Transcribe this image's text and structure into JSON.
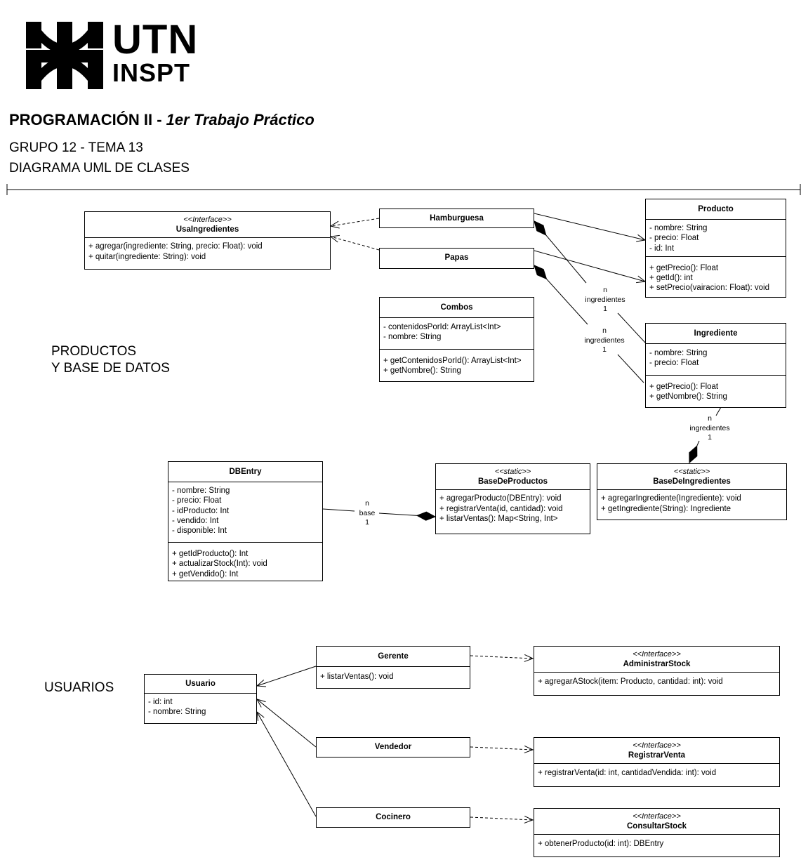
{
  "logo": {
    "icon": "utn-logo-icon",
    "line1": "UTN",
    "line2": "INSPT"
  },
  "header": {
    "course": "PROGRAMACIÓN II - ",
    "assignment": "1er Trabajo Práctico",
    "group": "GRUPO 12 - TEMA 13",
    "diagram": "DIAGRAMA UML DE CLASES"
  },
  "sections": {
    "productos_line1": "PRODUCTOS",
    "productos_line2": "Y BASE DE DATOS",
    "usuarios": "USUARIOS"
  },
  "classes": {
    "usaingredientes": {
      "stereotype": "<<Interface>>",
      "name": "UsaIngredientes",
      "methods": [
        "+ agregar(ingrediente: String, precio: Float): void",
        "+ quitar(ingrediente: String): void"
      ]
    },
    "hamburguesa": {
      "name": "Hamburguesa"
    },
    "papas": {
      "name": "Papas"
    },
    "producto": {
      "name": "Producto",
      "attributes": [
        "- nombre: String",
        "- precio: Float",
        "- id: Int"
      ],
      "methods": [
        "+ getPrecio(): Float",
        "+ getId(): int",
        "+ setPrecio(vairacion: Float): void"
      ]
    },
    "combos": {
      "name": "Combos",
      "attributes": [
        "- contenidosPorId: ArrayList<Int>",
        "- nombre: String"
      ],
      "methods": [
        "+ getContenidosPorId(): ArrayList<Int>",
        "+ getNombre(): String"
      ]
    },
    "ingrediente": {
      "name": "Ingrediente",
      "attributes": [
        "- nombre: String",
        "- precio: Float"
      ],
      "methods": [
        "+ getPrecio(): Float",
        "+ getNombre(): String"
      ]
    },
    "dbentry": {
      "name": "DBEntry",
      "attributes": [
        "- nombre: String",
        "- precio: Float",
        "- idProducto: Int",
        "- vendido: Int",
        "- disponible: Int"
      ],
      "methods": [
        "+ getIdProducto(): Int",
        "+ actualizarStock(Int): void",
        "+ getVendido(): Int"
      ]
    },
    "basedeproductos": {
      "stereotype": "<<static>>",
      "name": "BaseDeProductos",
      "methods": [
        "+ agregarProducto(DBEntry): void",
        "+ registrarVenta(id, cantidad): void",
        "+ listarVentas(): Map<String, Int>"
      ]
    },
    "basedeingredientes": {
      "stereotype": "<<static>>",
      "name": "BaseDeIngredientes",
      "methods": [
        "+ agregarIngrediente(Ingrediente): void",
        "+ getIngrediente(String): Ingrediente"
      ]
    },
    "usuario": {
      "name": "Usuario",
      "attributes": [
        "- id: int",
        "- nombre: String"
      ]
    },
    "gerente": {
      "name": "Gerente",
      "methods": [
        "+ listarVentas(): void"
      ]
    },
    "vendedor": {
      "name": "Vendedor"
    },
    "cocinero": {
      "name": "Cocinero"
    },
    "administrarstock": {
      "stereotype": "<<Interface>>",
      "name": "AdministrarStock",
      "methods": [
        "+ agregarAStock(item: Producto, cantidad: int): void"
      ]
    },
    "registrarventa": {
      "stereotype": "<<Interface>>",
      "name": "RegistrarVenta",
      "methods": [
        "+ registrarVenta(id: int, cantidadVendida: int): void"
      ]
    },
    "consultarstock": {
      "stereotype": "<<Interface>>",
      "name": "ConsultarStock",
      "methods": [
        "+ obtenerProducto(id: int): DBEntry"
      ]
    }
  },
  "relation_labels": {
    "hamb_ingr": [
      "n",
      "ingredientes",
      "1"
    ],
    "papas_ingr": [
      "n",
      "ingredientes",
      "1"
    ],
    "ingr_base": [
      "n",
      "ingredientes",
      "1"
    ],
    "db_base": [
      "n",
      "base",
      "1"
    ]
  }
}
